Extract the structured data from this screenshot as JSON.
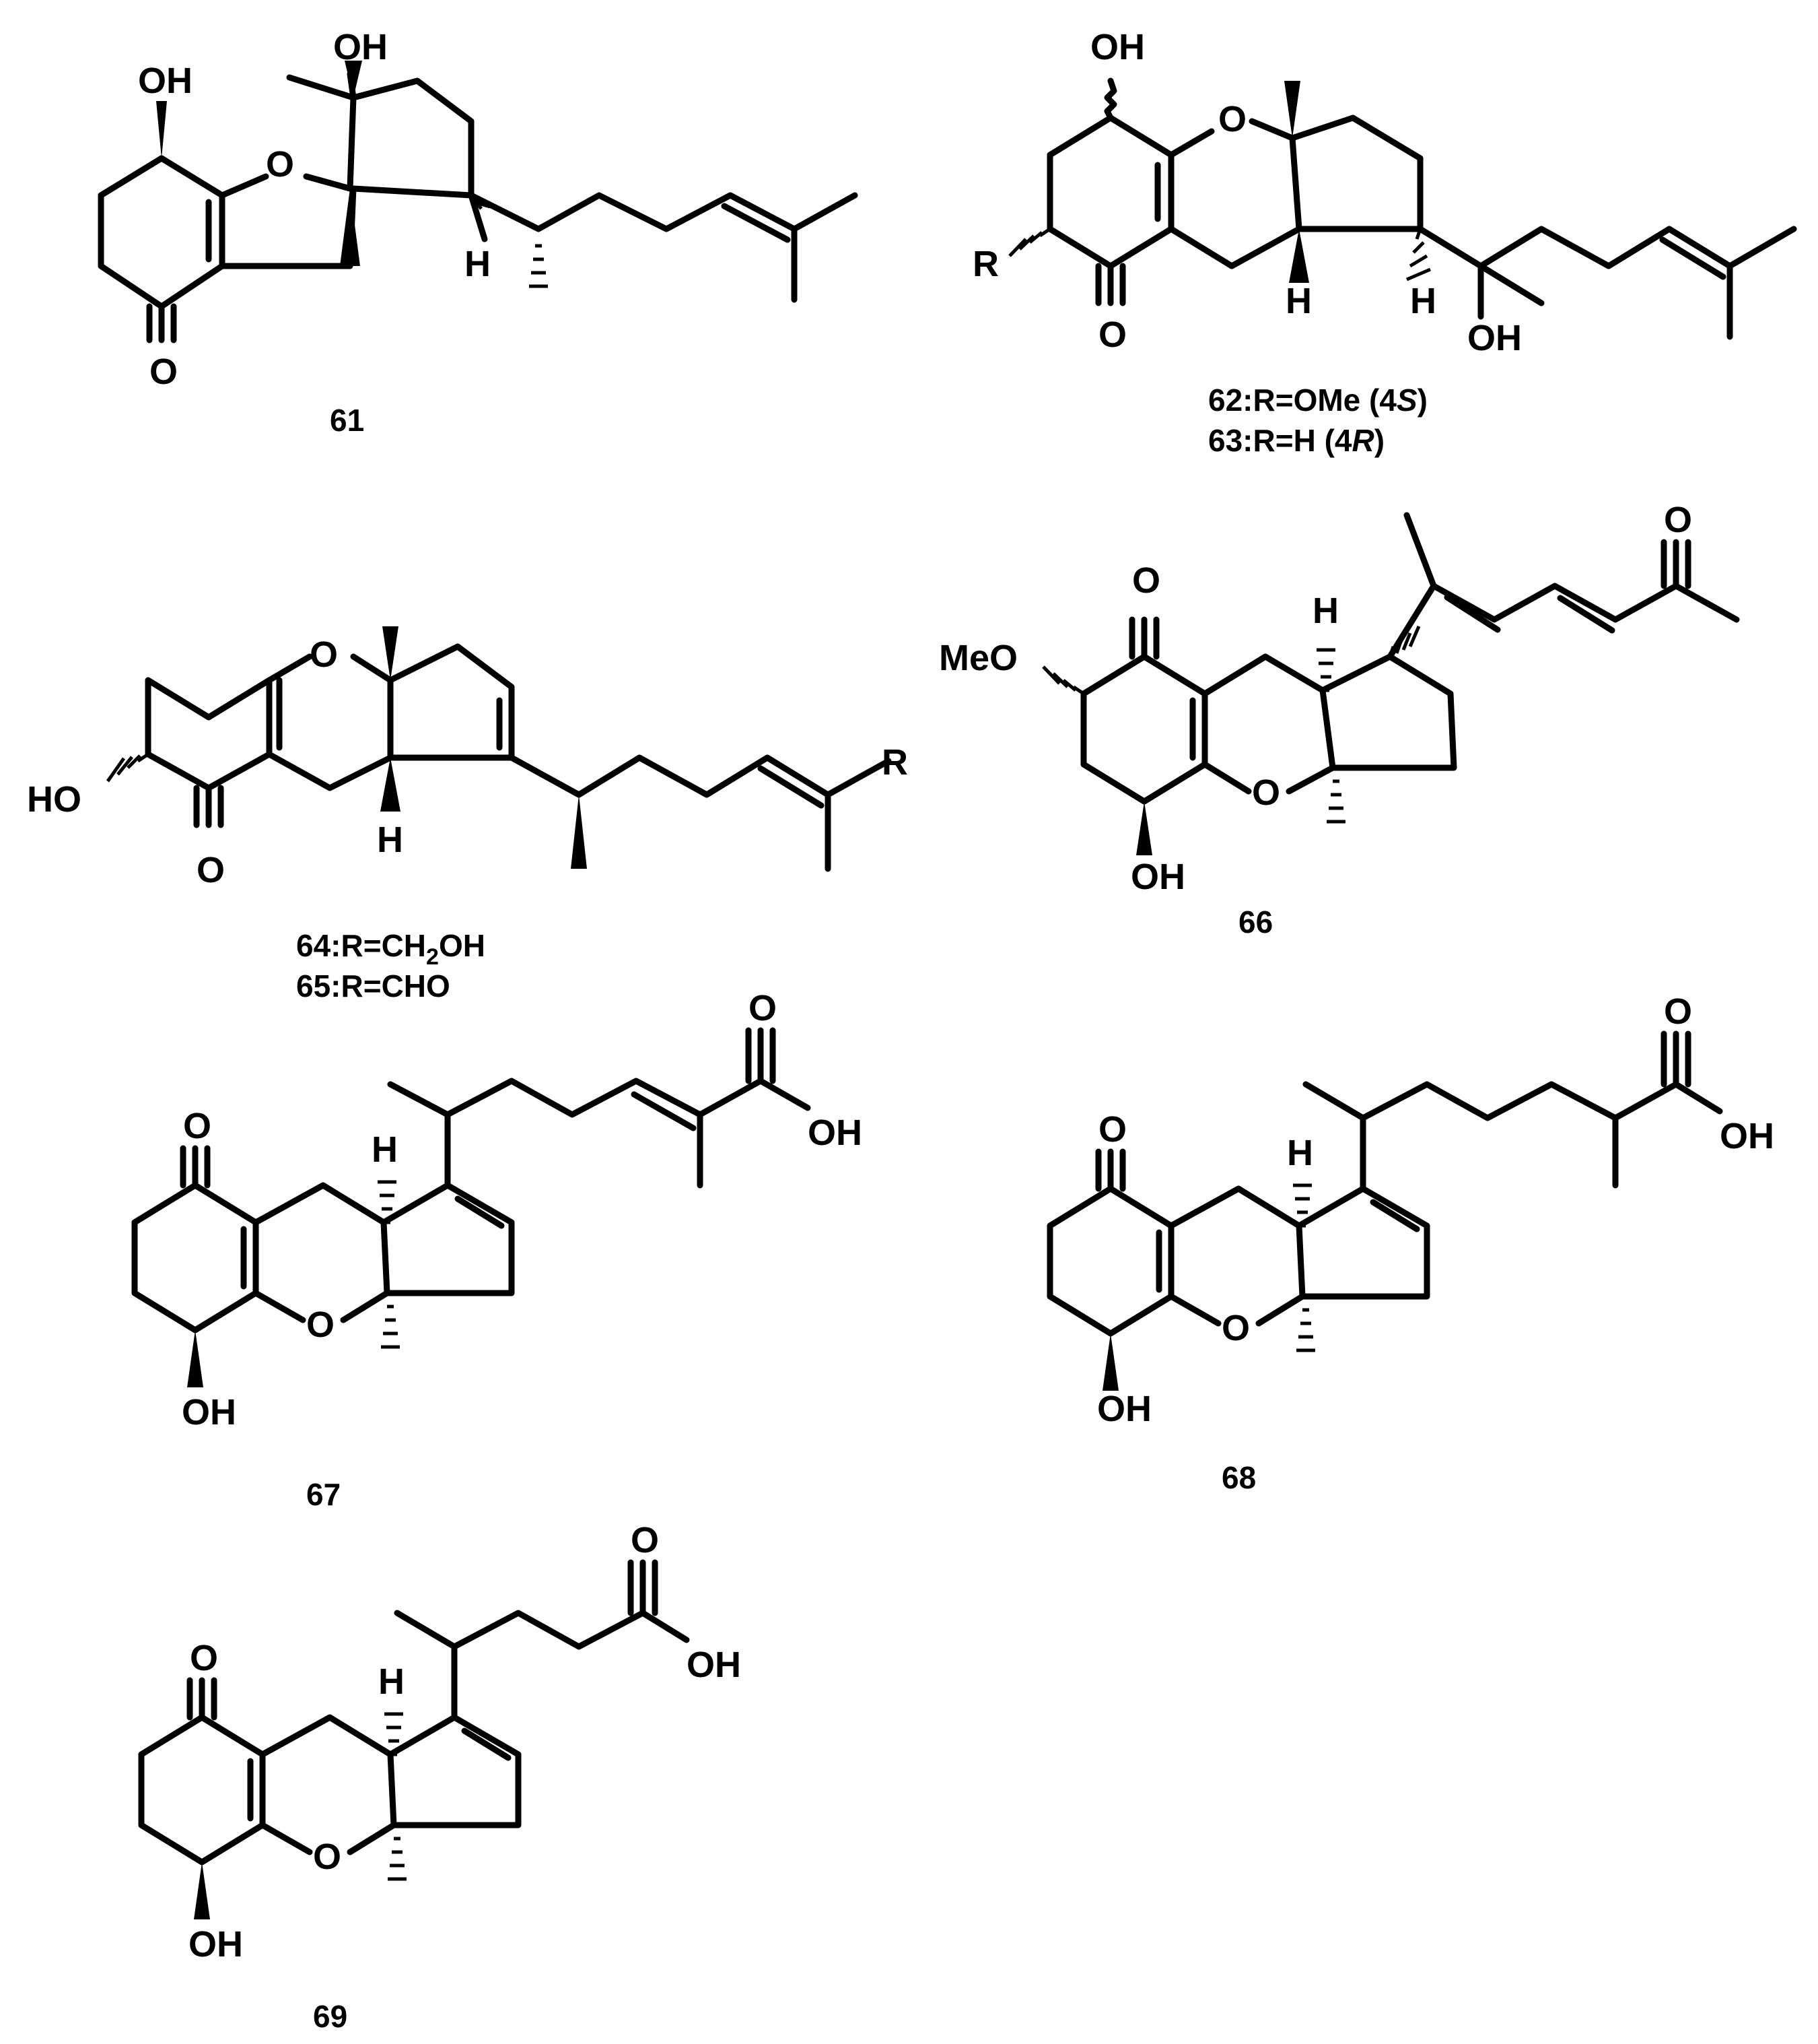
{
  "compounds": [
    {
      "id": "c61",
      "captions": [
        "61"
      ]
    },
    {
      "id": "c62",
      "captions": [
        "62:R=OMe (4",
        "S",
        ")",
        "63:R=H (4",
        "R",
        ")"
      ]
    },
    {
      "id": "c64",
      "captions": [
        "64:R=CH",
        "2",
        "OH",
        "65:R=CHO"
      ]
    },
    {
      "id": "c66",
      "captions": [
        "66"
      ]
    },
    {
      "id": "c67",
      "captions": [
        "67"
      ]
    },
    {
      "id": "c68",
      "captions": [
        "68"
      ]
    },
    {
      "id": "c69",
      "captions": [
        "69"
      ]
    }
  ],
  "atom_labels": {
    "oh": "OH",
    "o": "O",
    "h": "H",
    "r": "R",
    "ho": "HO",
    "meo": "MeO"
  }
}
